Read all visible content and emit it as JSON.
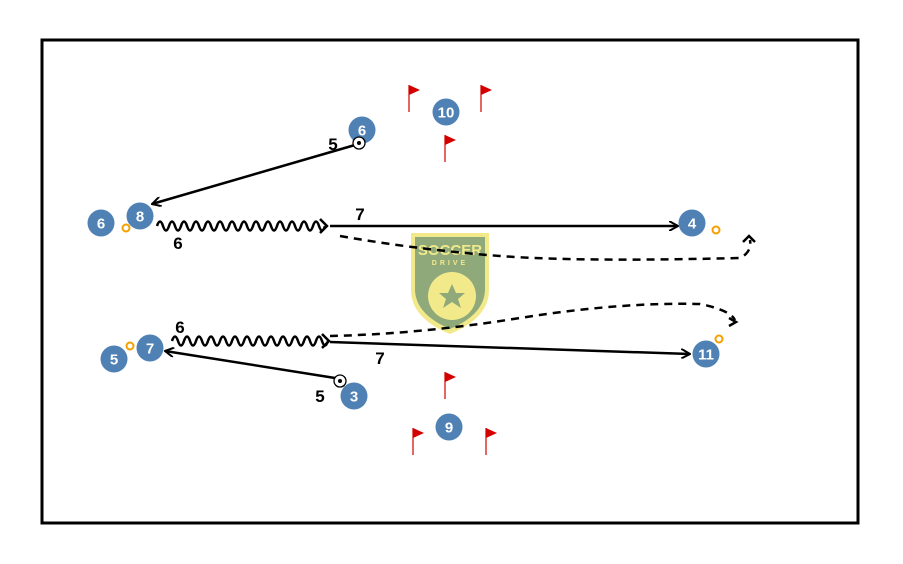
{
  "logo": {
    "line1": "SOCCER",
    "line2": "DRIVE"
  },
  "colors": {
    "player": "#4f81b4",
    "cone": "#f5a000",
    "flag": "#d40000",
    "logo_bg": "#8fa97a",
    "logo_fg": "#f2ea8a"
  },
  "players": [
    {
      "number": "6",
      "role": "passer-top"
    },
    {
      "number": "10",
      "role": "flag-zone-top"
    },
    {
      "number": "8",
      "role": "receiver-top"
    },
    {
      "number": "6",
      "role": "waiting-top"
    },
    {
      "number": "4",
      "role": "target-top"
    },
    {
      "number": "7",
      "role": "receiver-bottom"
    },
    {
      "number": "5",
      "role": "waiting-bottom"
    },
    {
      "number": "11",
      "role": "target-bottom"
    },
    {
      "number": "3",
      "role": "passer-bottom"
    },
    {
      "number": "9",
      "role": "flag-zone-bottom"
    }
  ],
  "action_labels": [
    "5",
    "6",
    "7",
    "6",
    "7",
    "5"
  ]
}
